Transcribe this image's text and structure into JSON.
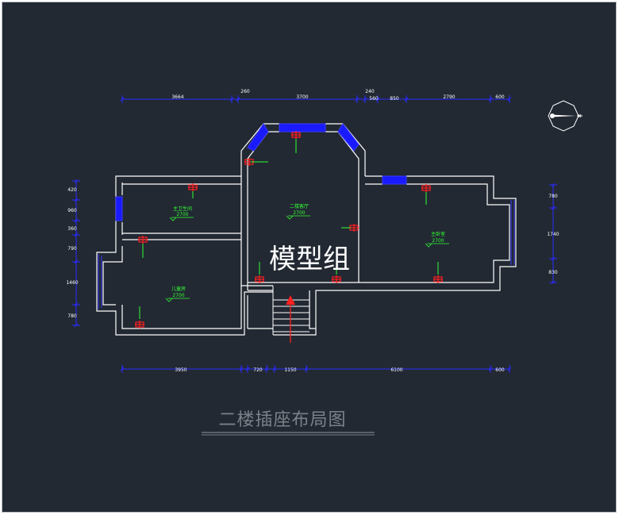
{
  "drawing": {
    "title": "二楼插座布局图",
    "watermark": "模型组",
    "top_dimensions": [
      "3664",
      "260",
      "3700",
      "240",
      "560",
      "850",
      "2790",
      "600"
    ],
    "bottom_dimensions": [
      "3950",
      "720",
      "1150",
      "6100",
      "600"
    ],
    "left_dimensions": [
      "420",
      "960",
      "360",
      "790",
      "1460",
      "780"
    ],
    "right_dimensions": [
      "780",
      "1740",
      "830"
    ],
    "rooms": [
      {
        "name": "主卫生间",
        "elevation": "2700"
      },
      {
        "name": "儿童房",
        "elevation": "2700"
      },
      {
        "name": "二楼客厅",
        "elevation": "2700"
      },
      {
        "name": "主卧室",
        "elevation": "2700"
      }
    ],
    "colors": {
      "background": "#222933",
      "walls": "#ffffff",
      "dimension_lines": "#2b2bff",
      "windows": "#1a1aff",
      "sockets": "#ff2020",
      "room_labels": "#33ff33",
      "stair_arrow": "#ff2020",
      "title": "#7c8088"
    },
    "icons": [
      "north-compass-icon",
      "socket-icon"
    ]
  }
}
